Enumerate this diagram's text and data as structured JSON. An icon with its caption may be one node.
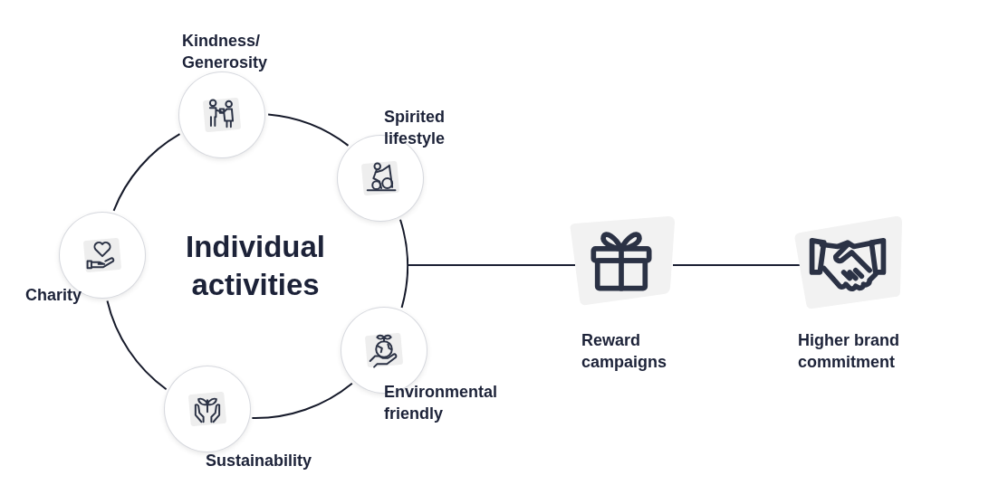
{
  "diagram": {
    "nodes": [
      {
        "text": [
          "Individual activities"
        ]
      },
      {
        "text": [
          "Kindness/ Generosity"
        ]
      },
      {
        "text": [
          "Spirited lifestyle"
        ]
      },
      {
        "text": [
          "Charity"
        ]
      },
      {
        "text": [
          "Environmental friendly"
        ]
      },
      {
        "text": [
          "Sustainability"
        ]
      },
      {
        "text": [
          "Reward campaigns"
        ]
      },
      {
        "text": [
          "Higher brand commitment"
        ]
      }
    ],
    "edges": [
      {
        "from": 0,
        "to": 6,
        "arrow": "none"
      },
      {
        "from": 6,
        "to": 7,
        "arrow": "none"
      }
    ]
  }
}
